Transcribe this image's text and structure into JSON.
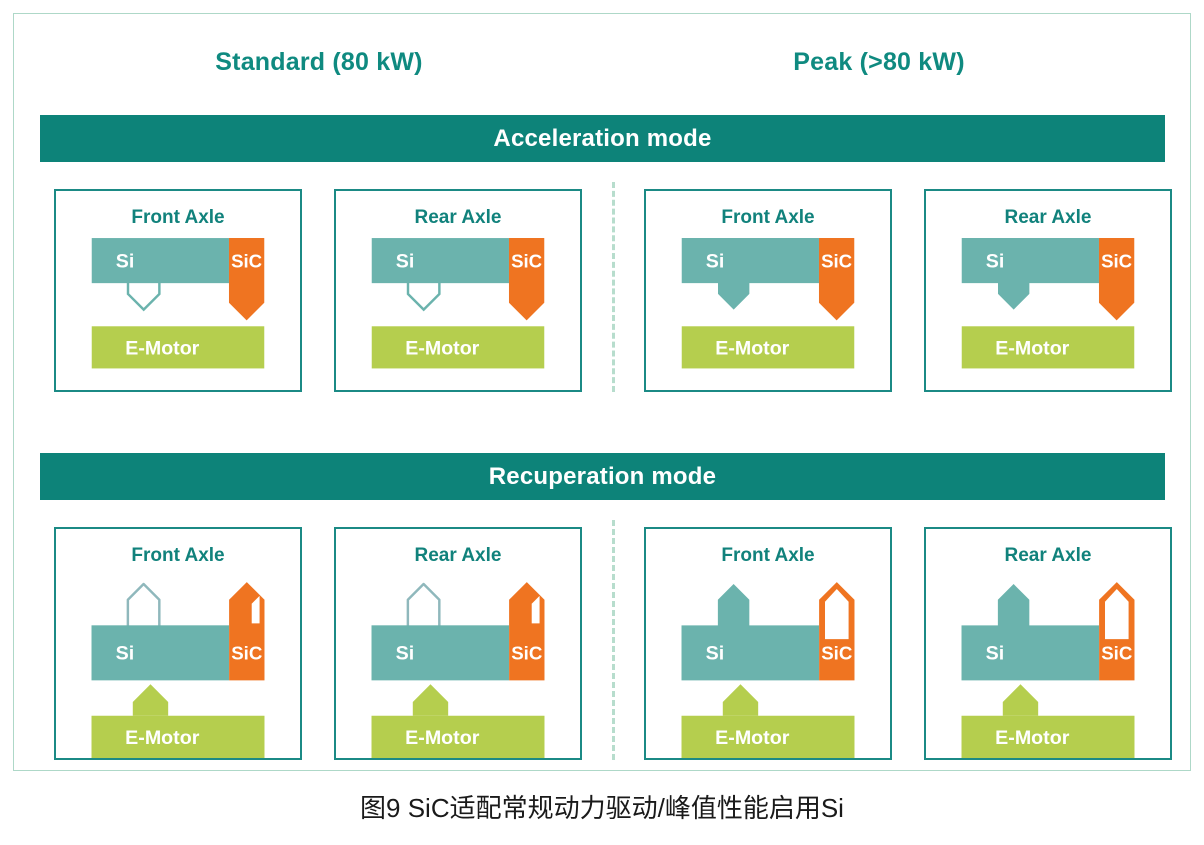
{
  "figure": {
    "caption": "图9  SiC适配常规动力驱动/峰值性能启用Si"
  },
  "colors": {
    "banner_teal": "#0d8379",
    "panel_border": "#1b8a85",
    "header_teal": "#0f8a80",
    "si_teal": "#6bb3ad",
    "sic_orange": "#ef7421",
    "emotor_green": "#b5ce4e",
    "divider_green": "#b7ddcd",
    "outer_frame": "#aed8c8",
    "white": "#ffffff"
  },
  "columns": [
    {
      "key": "standard",
      "label": "Standard (80 kW)"
    },
    {
      "key": "peak",
      "label": "Peak (>80 kW)"
    }
  ],
  "blocks": {
    "si_label": "Si",
    "sic_label": "SiC",
    "emotor_label": "E-Motor"
  },
  "rows": [
    {
      "key": "acceleration",
      "banner": "Acceleration mode",
      "direction": "down",
      "panels": [
        {
          "column": "standard",
          "title": "Front Axle",
          "si_arrow": "hollow",
          "sic_arrow": "solid",
          "emotor_arrow": "none"
        },
        {
          "column": "standard",
          "title": "Rear Axle",
          "si_arrow": "hollow",
          "sic_arrow": "solid",
          "emotor_arrow": "none"
        },
        {
          "column": "peak",
          "title": "Front Axle",
          "si_arrow": "solid",
          "sic_arrow": "solid",
          "emotor_arrow": "none"
        },
        {
          "column": "peak",
          "title": "Rear Axle",
          "si_arrow": "solid",
          "sic_arrow": "solid",
          "emotor_arrow": "none"
        }
      ]
    },
    {
      "key": "recuperation",
      "banner": "Recuperation mode",
      "direction": "up",
      "panels": [
        {
          "column": "standard",
          "title": "Front Axle",
          "si_arrow": "hollow",
          "sic_arrow": "solid",
          "emotor_arrow": "solid"
        },
        {
          "column": "standard",
          "title": "Rear Axle",
          "si_arrow": "hollow",
          "sic_arrow": "solid",
          "emotor_arrow": "solid"
        },
        {
          "column": "peak",
          "title": "Front Axle",
          "si_arrow": "solid",
          "sic_arrow": "hollow",
          "emotor_arrow": "solid"
        },
        {
          "column": "peak",
          "title": "Rear Axle",
          "si_arrow": "solid",
          "sic_arrow": "hollow",
          "emotor_arrow": "solid"
        }
      ]
    }
  ]
}
